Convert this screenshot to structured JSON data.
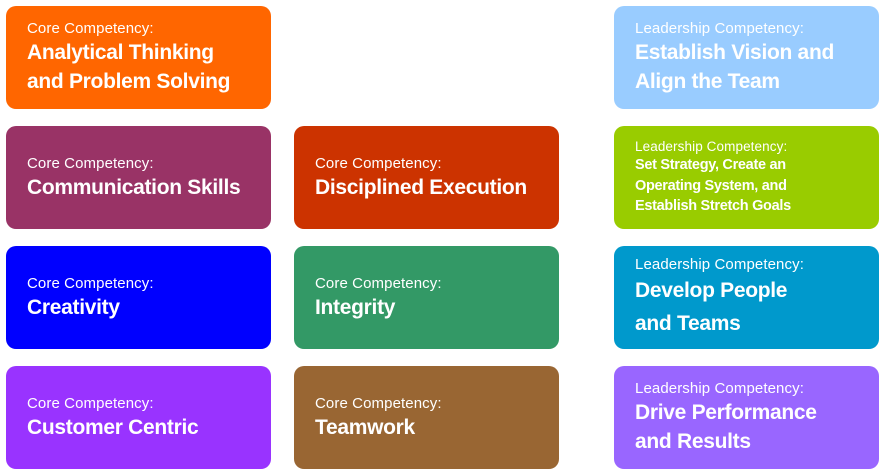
{
  "tiles": {
    "analytical": {
      "kicker": "Core Competency:",
      "line1": "Analytical Thinking",
      "line2": "and Problem Solving",
      "color": "#FF6600"
    },
    "communication": {
      "kicker": "Core Competency:",
      "line1": "Communication Skills",
      "color": "#993366"
    },
    "disciplined": {
      "kicker": "Core Competency:",
      "line1": "Disciplined Execution",
      "color": "#CC3300"
    },
    "creativity": {
      "kicker": "Core Competency:",
      "line1": "Creativity",
      "color": "#0000FF"
    },
    "integrity": {
      "kicker": "Core Competency:",
      "line1": "Integrity",
      "color": "#339966"
    },
    "customer": {
      "kicker": "Core Competency:",
      "line1": "Customer Centric",
      "color": "#9933FF"
    },
    "teamwork": {
      "kicker": "Core Competency:",
      "line1": "Teamwork",
      "color": "#996633"
    },
    "vision": {
      "kicker": "Leadership Competency:",
      "line1": "Establish Vision and",
      "line2": "Align the Team",
      "color": "#99CCFF"
    },
    "strategy": {
      "kicker": "Leadership Competency:",
      "line1": "Set Strategy, Create an",
      "line2": "Operating System, and",
      "line3": "Establish Stretch Goals",
      "color": "#99CC00"
    },
    "develop": {
      "kicker": "Leadership Competency:",
      "line1": "Develop People",
      "line2": "and Teams",
      "color": "#0099CC"
    },
    "drive": {
      "kicker": "Leadership Competency:",
      "line1": "Drive Performance",
      "line2": "and Results",
      "color": "#9966FF"
    }
  }
}
